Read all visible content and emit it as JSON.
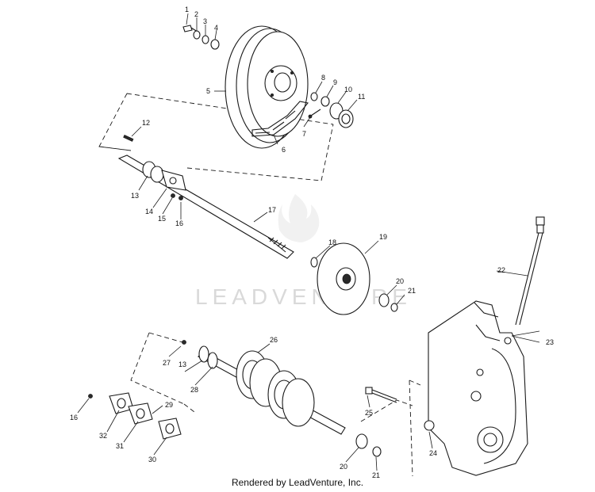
{
  "watermark": {
    "text": "LEADVENTURE"
  },
  "footer": {
    "text": "Rendered by LeadVenture, Inc."
  },
  "callouts": [
    "1",
    "2",
    "3",
    "4",
    "5",
    "6",
    "7",
    "8",
    "9",
    "10",
    "11",
    "12",
    "13",
    "14",
    "15",
    "16",
    "17",
    "18",
    "19",
    "20",
    "21",
    "22",
    "23",
    "13",
    "27",
    "28",
    "26",
    "16",
    "29",
    "32",
    "31",
    "30",
    "25",
    "24",
    "20",
    "21"
  ]
}
